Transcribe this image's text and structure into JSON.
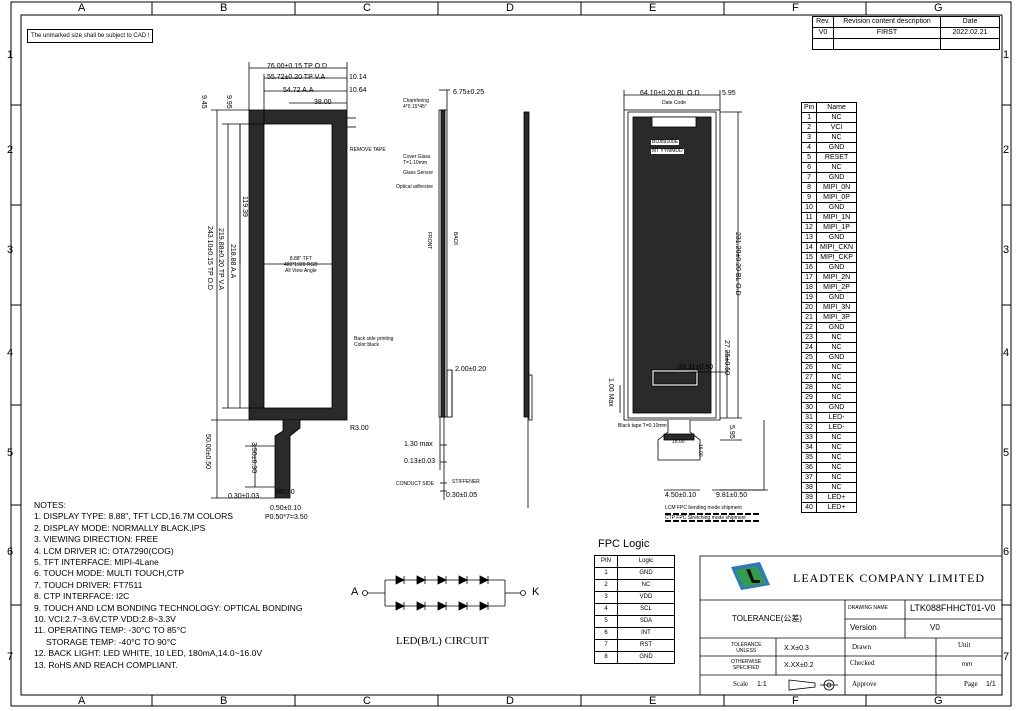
{
  "grid": {
    "columns": [
      "A",
      "B",
      "C",
      "D",
      "E",
      "F",
      "G"
    ],
    "rows": [
      "1",
      "2",
      "3",
      "4",
      "5",
      "6",
      "7"
    ]
  },
  "cad_note": "The unmarked size shall be subject to CAD !",
  "revision": {
    "headers": [
      "Rev.",
      "Revision content description",
      "Date"
    ],
    "rows": [
      [
        "V0",
        "FIRST",
        "2022.02.21"
      ]
    ]
  },
  "front_view": {
    "dims": {
      "tp_od": "76.00±0.15 TP O.D",
      "tp_va": "55.72±0.20 TP V.A",
      "aa_w": "54.72 A.A",
      "w38": "38.00",
      "d1014": "10.14",
      "d1064": "10.64",
      "d945": "9.45",
      "d995": "9.95",
      "h11939": "119.39",
      "aa_h": "218.88 A.A",
      "tp_va_h": "219.88±0.20 TP V.A",
      "tp_od_h": "243.10±0.15 TP O.D",
      "fpc_len": "50.00±0.50",
      "fpc_w": "3.50±0.30",
      "d030": "0.30±0.03",
      "r030": "R0.30",
      "d050": "0.50±0.10",
      "pitch": "P0.50*7=3.50",
      "r300": "R3.00"
    },
    "panel_label": "8.88\" TFT\n480*1920 RGB\nAll View Angle",
    "remove_tape": "REMOVE TAPE",
    "back_side_printing": "Back side printing\nColor:black"
  },
  "side_view": {
    "chamfering": "Chamfering\n4*0.15*45°",
    "t675": "6.75±0.25",
    "cover_glass": "Cover Glass\nT=1.10mm",
    "glass_sensor": "Glass Sensor",
    "optical_adhesive": "Optical adhesive",
    "front": "FRONT",
    "back": "BACK",
    "d200": "2.00±0.20",
    "max130": "1.30 max",
    "d013": "0.13±0.03",
    "stiffener": "STIFFENER",
    "conduct_side": "CONDUCT SIDE",
    "d030": "0.30±0.05"
  },
  "back_view": {
    "bl_od": "64.10±0.20 BL O.D",
    "d595": "5.95",
    "date_code": "Date Code",
    "code1": "BL089100E",
    "code2": "MT  YYMMDD",
    "bl_od_h": "231.20±0.20 BL O.D",
    "d2725": "27.25±0.50",
    "d3331": "33.31±0.50",
    "max100": "1.00 Max",
    "black_tape": "Black tape T=0.10mm",
    "d595b": "5.95",
    "d1500": "15.00",
    "d1600": "16.00",
    "d450": "4.50±0.10",
    "d981": "9.81±0.50",
    "lcm_bend": "LCM FPC bending mode shipment",
    "ctp_stretch": "CTP FPC Stretching mode shipment"
  },
  "pin_table": {
    "headers": [
      "Pin",
      "Name"
    ],
    "rows": [
      [
        "1",
        "NC"
      ],
      [
        "2",
        "VCI"
      ],
      [
        "3",
        "NC"
      ],
      [
        "4",
        "GND"
      ],
      [
        "5",
        "RESET"
      ],
      [
        "6",
        "NC"
      ],
      [
        "7",
        "GND"
      ],
      [
        "8",
        "MIPI_0N"
      ],
      [
        "9",
        "MIPI_0P"
      ],
      [
        "10",
        "GND"
      ],
      [
        "11",
        "MIPI_1N"
      ],
      [
        "12",
        "MIPI_1P"
      ],
      [
        "13",
        "GND"
      ],
      [
        "14",
        "MIPI_CKN"
      ],
      [
        "15",
        "MIPI_CKP"
      ],
      [
        "16",
        "GND"
      ],
      [
        "17",
        "MIPI_2N"
      ],
      [
        "18",
        "MIPI_2P"
      ],
      [
        "19",
        "GND"
      ],
      [
        "20",
        "MIPI_3N"
      ],
      [
        "21",
        "MIPI_3P"
      ],
      [
        "22",
        "GND"
      ],
      [
        "23",
        "NC"
      ],
      [
        "24",
        "NC"
      ],
      [
        "25",
        "GND"
      ],
      [
        "26",
        "NC"
      ],
      [
        "27",
        "NC"
      ],
      [
        "28",
        "NC"
      ],
      [
        "29",
        "NC"
      ],
      [
        "30",
        "GND"
      ],
      [
        "31",
        "LED-"
      ],
      [
        "32",
        "LED-"
      ],
      [
        "33",
        "NC"
      ],
      [
        "34",
        "NC"
      ],
      [
        "35",
        "NC"
      ],
      [
        "36",
        "NC"
      ],
      [
        "37",
        "NC"
      ],
      [
        "38",
        "NC"
      ],
      [
        "39",
        "LED+"
      ],
      [
        "40",
        "LED+"
      ]
    ]
  },
  "notes": {
    "title": "NOTES:",
    "items": [
      "1. DISPLAY TYPE: 8.88\", TFT LCD,16.7M COLORS",
      "2. DISPLAY MODE: NORMALLY BLACK,IPS",
      "3. VIEWING DIRECTION: FREE",
      "4. LCM DRIVER IC: OTA7290(COG)",
      "5. TFT INTERFACE: MIPI-4Lane",
      "6. TOUCH MODE: MULTI TOUCH,CTP",
      "7. TOUCH DRIVER: FT7511",
      "8. CTP INTERFACE: I2C",
      "9. TOUCH AND LCM BONDING TECHNOLOGY: OPTICAL BONDING",
      "10. VCI:2.7~3.6V,CTP VDD:2.8~3.3V",
      "11. OPERATING TEMP: -30°C TO 85°C",
      "     STORAGE TEMP: -40°C TO 90°C",
      "12. BACK LIGHT: LED WHITE, 10 LED, 180mA,14.0~16.0V",
      "13. RoHS AND REACH COMPLIANT."
    ]
  },
  "led_circuit": {
    "a": "A",
    "k": "K",
    "caption": "LED(B/L) CIRCUIT"
  },
  "fpc_logic": {
    "title": "FPC Logic",
    "headers": [
      "PIN",
      "Logic"
    ],
    "rows": [
      [
        "1",
        "GND"
      ],
      [
        "2",
        "NC"
      ],
      [
        "3",
        "VDD"
      ],
      [
        "4",
        "SCL"
      ],
      [
        "5",
        "SDA"
      ],
      [
        "6",
        "INT"
      ],
      [
        "7",
        "RST"
      ],
      [
        "8",
        "GND"
      ]
    ]
  },
  "title_block": {
    "company": "LEADTEK COMPANY LIMITED",
    "tolerance": "TOLERANCE(公差)",
    "drawing_name_label": "DRAWING NAME",
    "drawing_name": "LTK088FHHCT01-V0",
    "version_label": "Version",
    "version": "V0",
    "tol_unless": "TOLERANCE\nUNLESS",
    "tol_unless_val": "X.X±0.3",
    "otherwise": "OTHERWISE\nSPECIFIED",
    "otherwise_val": "X.XX±0.2",
    "drawn": "Drawn",
    "unit": "Unit",
    "checked": "Checked",
    "unit_val": "mm",
    "scale": "Scale",
    "scale_val": "1:1",
    "approve": "Approve",
    "page": "Page",
    "page_val": "1/1"
  },
  "colors": {
    "panel_dark": "#2a2a2a",
    "logo_green": "#2e9e4a",
    "logo_blue": "#2f78c4",
    "logo_black": "#111111"
  }
}
